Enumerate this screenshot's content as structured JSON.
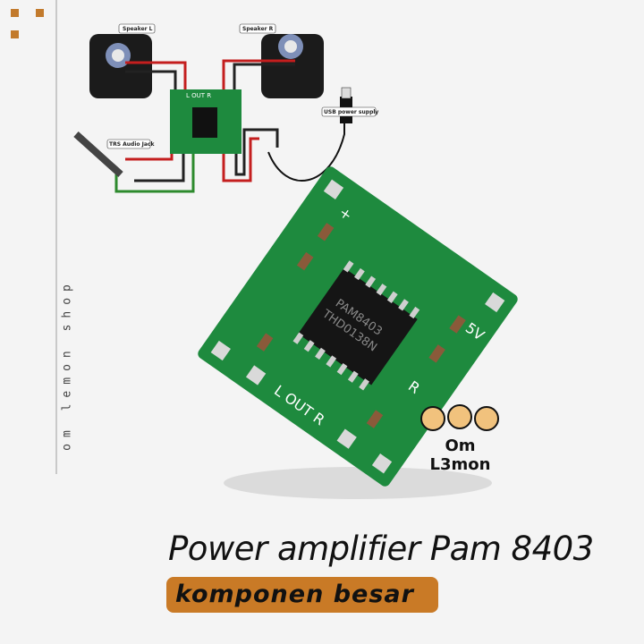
{
  "brand": {
    "side_text": "om lemon shop",
    "mascot_logo_text": "Om L3mon"
  },
  "diagram": {
    "labels": {
      "speaker_left": "Speaker L",
      "speaker_right": "Speaker R",
      "usb": "USB power supply",
      "audio_jack": "TRS Audio Jack",
      "board_out": "L OUT R"
    }
  },
  "board": {
    "chip_text_1": "PAM8403",
    "chip_text_2": "THD0138N",
    "marks": {
      "power": "5V",
      "out": "L OUT R",
      "in_r": "R",
      "plus": "+"
    }
  },
  "title": "Power amplifier Pam 8403",
  "badge": "komponen besar",
  "colors": {
    "accent": "#c97a26",
    "pcb": "#1e8a3e"
  }
}
